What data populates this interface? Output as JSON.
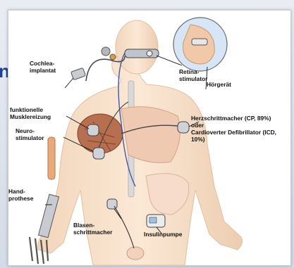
{
  "slide": {
    "cutoff_letter": "n"
  },
  "diagram": {
    "labels": {
      "cochlea": "Cochlea-\nimplantat",
      "retina": "Retina-\nstimulator",
      "hoergeraet": "Hörgerät",
      "muskel": "funktionelle\nMusklereizung",
      "neuro": "Neuro-\nstimulator",
      "herz": "Herzschrittmacher (CP, 89%)\noder\nCardioverter Defibrillator (ICD, 10%)",
      "hand": "Hand-\nprothese",
      "blasen": "Blasen-\nschrittmacher",
      "insulin": "Insulinpumpe"
    }
  }
}
